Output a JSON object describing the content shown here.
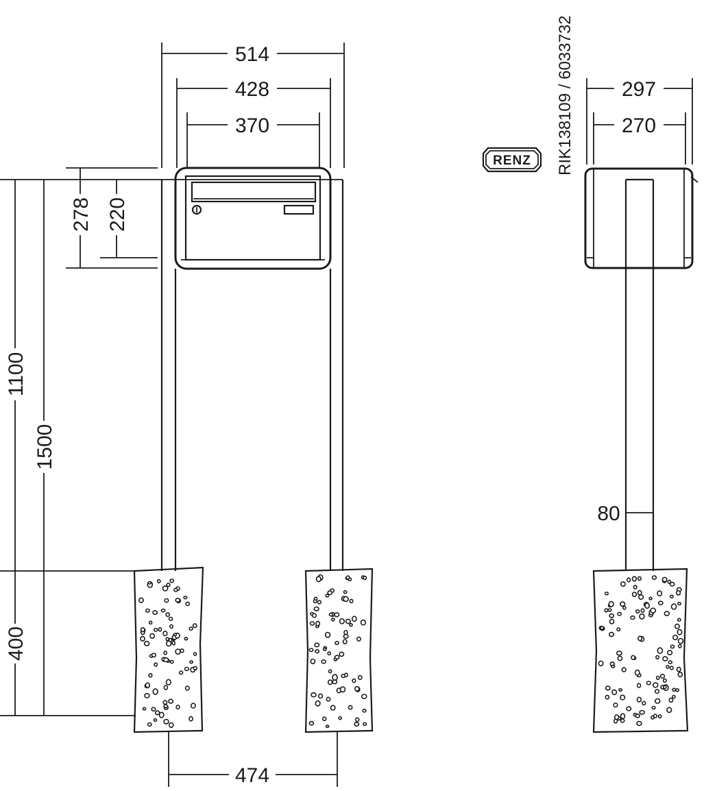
{
  "front_view": {
    "width_overall": "514",
    "width_box": "428",
    "width_inner": "370",
    "height_box": "278",
    "height_inner": "220",
    "height_post": "1100",
    "height_total": "1500",
    "height_base": "400",
    "post_spacing": "474"
  },
  "side_view": {
    "depth_box": "297",
    "depth_inner": "270",
    "post_size": "80"
  },
  "logo": {
    "text": "RENZ"
  },
  "reference": {
    "code": "RIK138109 / 6033732"
  },
  "colors": {
    "line": "#1a1a1a",
    "background": "#ffffff"
  }
}
